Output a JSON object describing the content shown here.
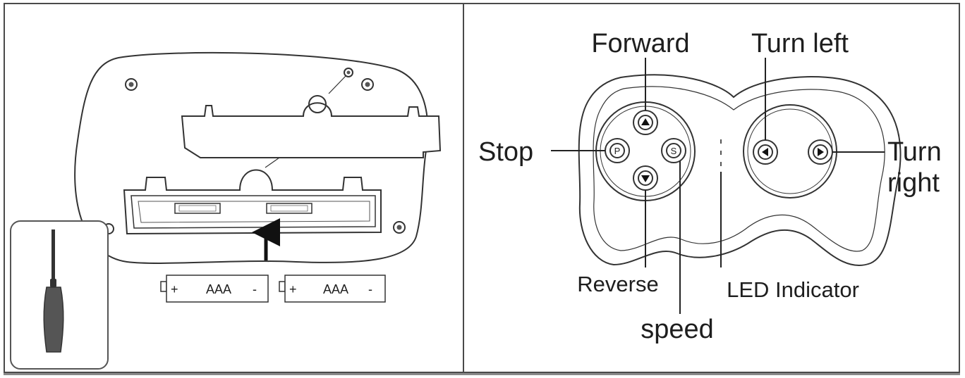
{
  "battery_panel": {
    "batteries": [
      {
        "plus": "+",
        "type": "AAA",
        "minus": "-"
      },
      {
        "plus": "+",
        "type": "AAA",
        "minus": "-"
      }
    ]
  },
  "remote_panel": {
    "labels": {
      "forward": "Forward",
      "turn_left": "Turn left",
      "stop": "Stop",
      "turn_right_line1": "Turn",
      "turn_right_line2": "right",
      "reverse": "Reverse",
      "speed": "speed",
      "led": "LED Indicator"
    },
    "button_letters": {
      "stop": "P",
      "speed": "S"
    }
  }
}
